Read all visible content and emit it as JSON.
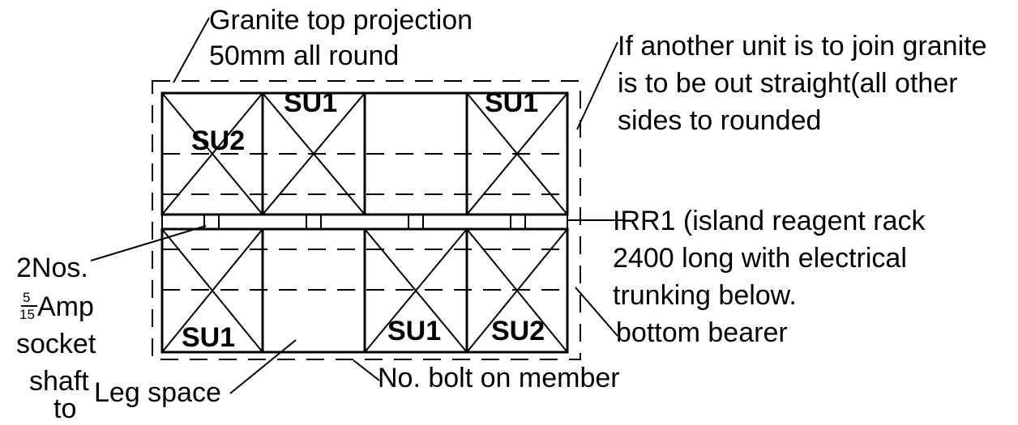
{
  "labels": {
    "granite_top_line1": "Granite top projection",
    "granite_top_line2": "50mm all round",
    "join_line1": "If another unit is to join granite",
    "join_line2": "is to be out straight(all other",
    "join_line3": "sides to rounded",
    "rack_line1": "IRR1 (island reagent rack",
    "rack_line2": "2400 long with electrical",
    "rack_line3": "trunking below.",
    "bearer": "bottom bearer",
    "bolt": "No. bolt on member",
    "leg_space": "Leg space",
    "socket_line1": "2Nos.",
    "socket_frac_num": "5",
    "socket_frac_den": "15",
    "socket_line2": "Amp",
    "socket_line3": "socket",
    "socket_line4": "shaft",
    "socket_line5": "to"
  },
  "units": {
    "top": [
      "SU2",
      "SU1",
      "SU1"
    ],
    "bottom": [
      "SU1",
      "SU1",
      "SU2"
    ]
  },
  "colors": {
    "ink": "#000000",
    "background": "#ffffff"
  }
}
